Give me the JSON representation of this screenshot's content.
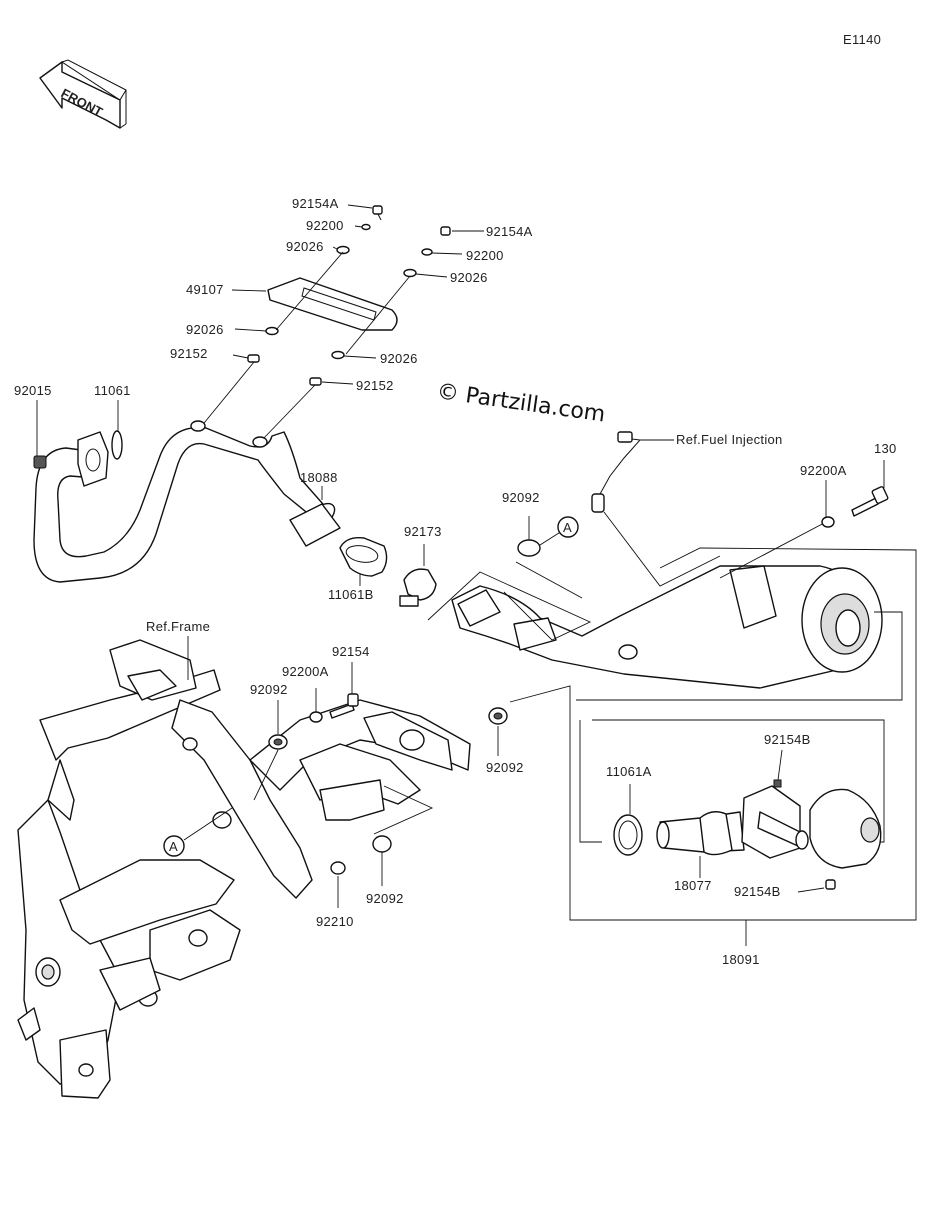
{
  "diagram_code": "E1140",
  "front_label": "FRONT",
  "watermark": "© Partzilla.com",
  "refs": {
    "fuel_injection": "Ref.Fuel Injection",
    "frame": "Ref.Frame",
    "marker_a": "A"
  },
  "labels": {
    "p92154A_left": "92154A",
    "p92200_left": "92200",
    "p92026_left_top": "92026",
    "p49107": "49107",
    "p92026_left_low": "92026",
    "p92152_left": "92152",
    "p92154A_right": "92154A",
    "p92200_right": "92200",
    "p92026_right_top": "92026",
    "p92026_right_low": "92026",
    "p92152_right": "92152",
    "p92015": "92015",
    "p11061": "11061",
    "p18088": "18088",
    "p11061B": "11061B",
    "p92173": "92173",
    "p92092_top": "92092",
    "p130": "130",
    "p92200A_right": "92200A",
    "p92154": "92154",
    "p92200A_mid": "92200A",
    "p92092_left": "92092",
    "p92092_mid": "92092",
    "p92092_low": "92092",
    "p92210": "92210",
    "p92154B_top": "92154B",
    "p11061A": "11061A",
    "p18077": "18077",
    "p92154B_low": "92154B",
    "p18091": "18091"
  }
}
